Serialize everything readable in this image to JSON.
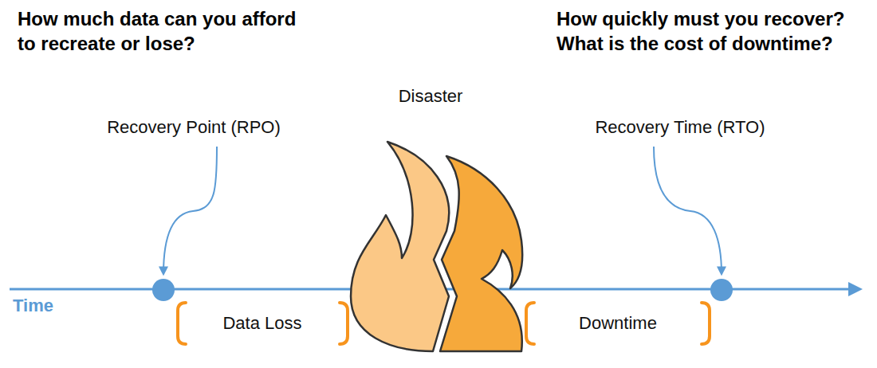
{
  "diagram": {
    "labels": [
      "How much data can you afford to recreate or lose?",
      "How quickly must you recover? What is the cost of downtime?",
      "Disaster",
      "Recovery Point (RPO)",
      "Recovery Time (RTO)",
      "Time",
      "Data Loss",
      "Downtime"
    ]
  }
}
